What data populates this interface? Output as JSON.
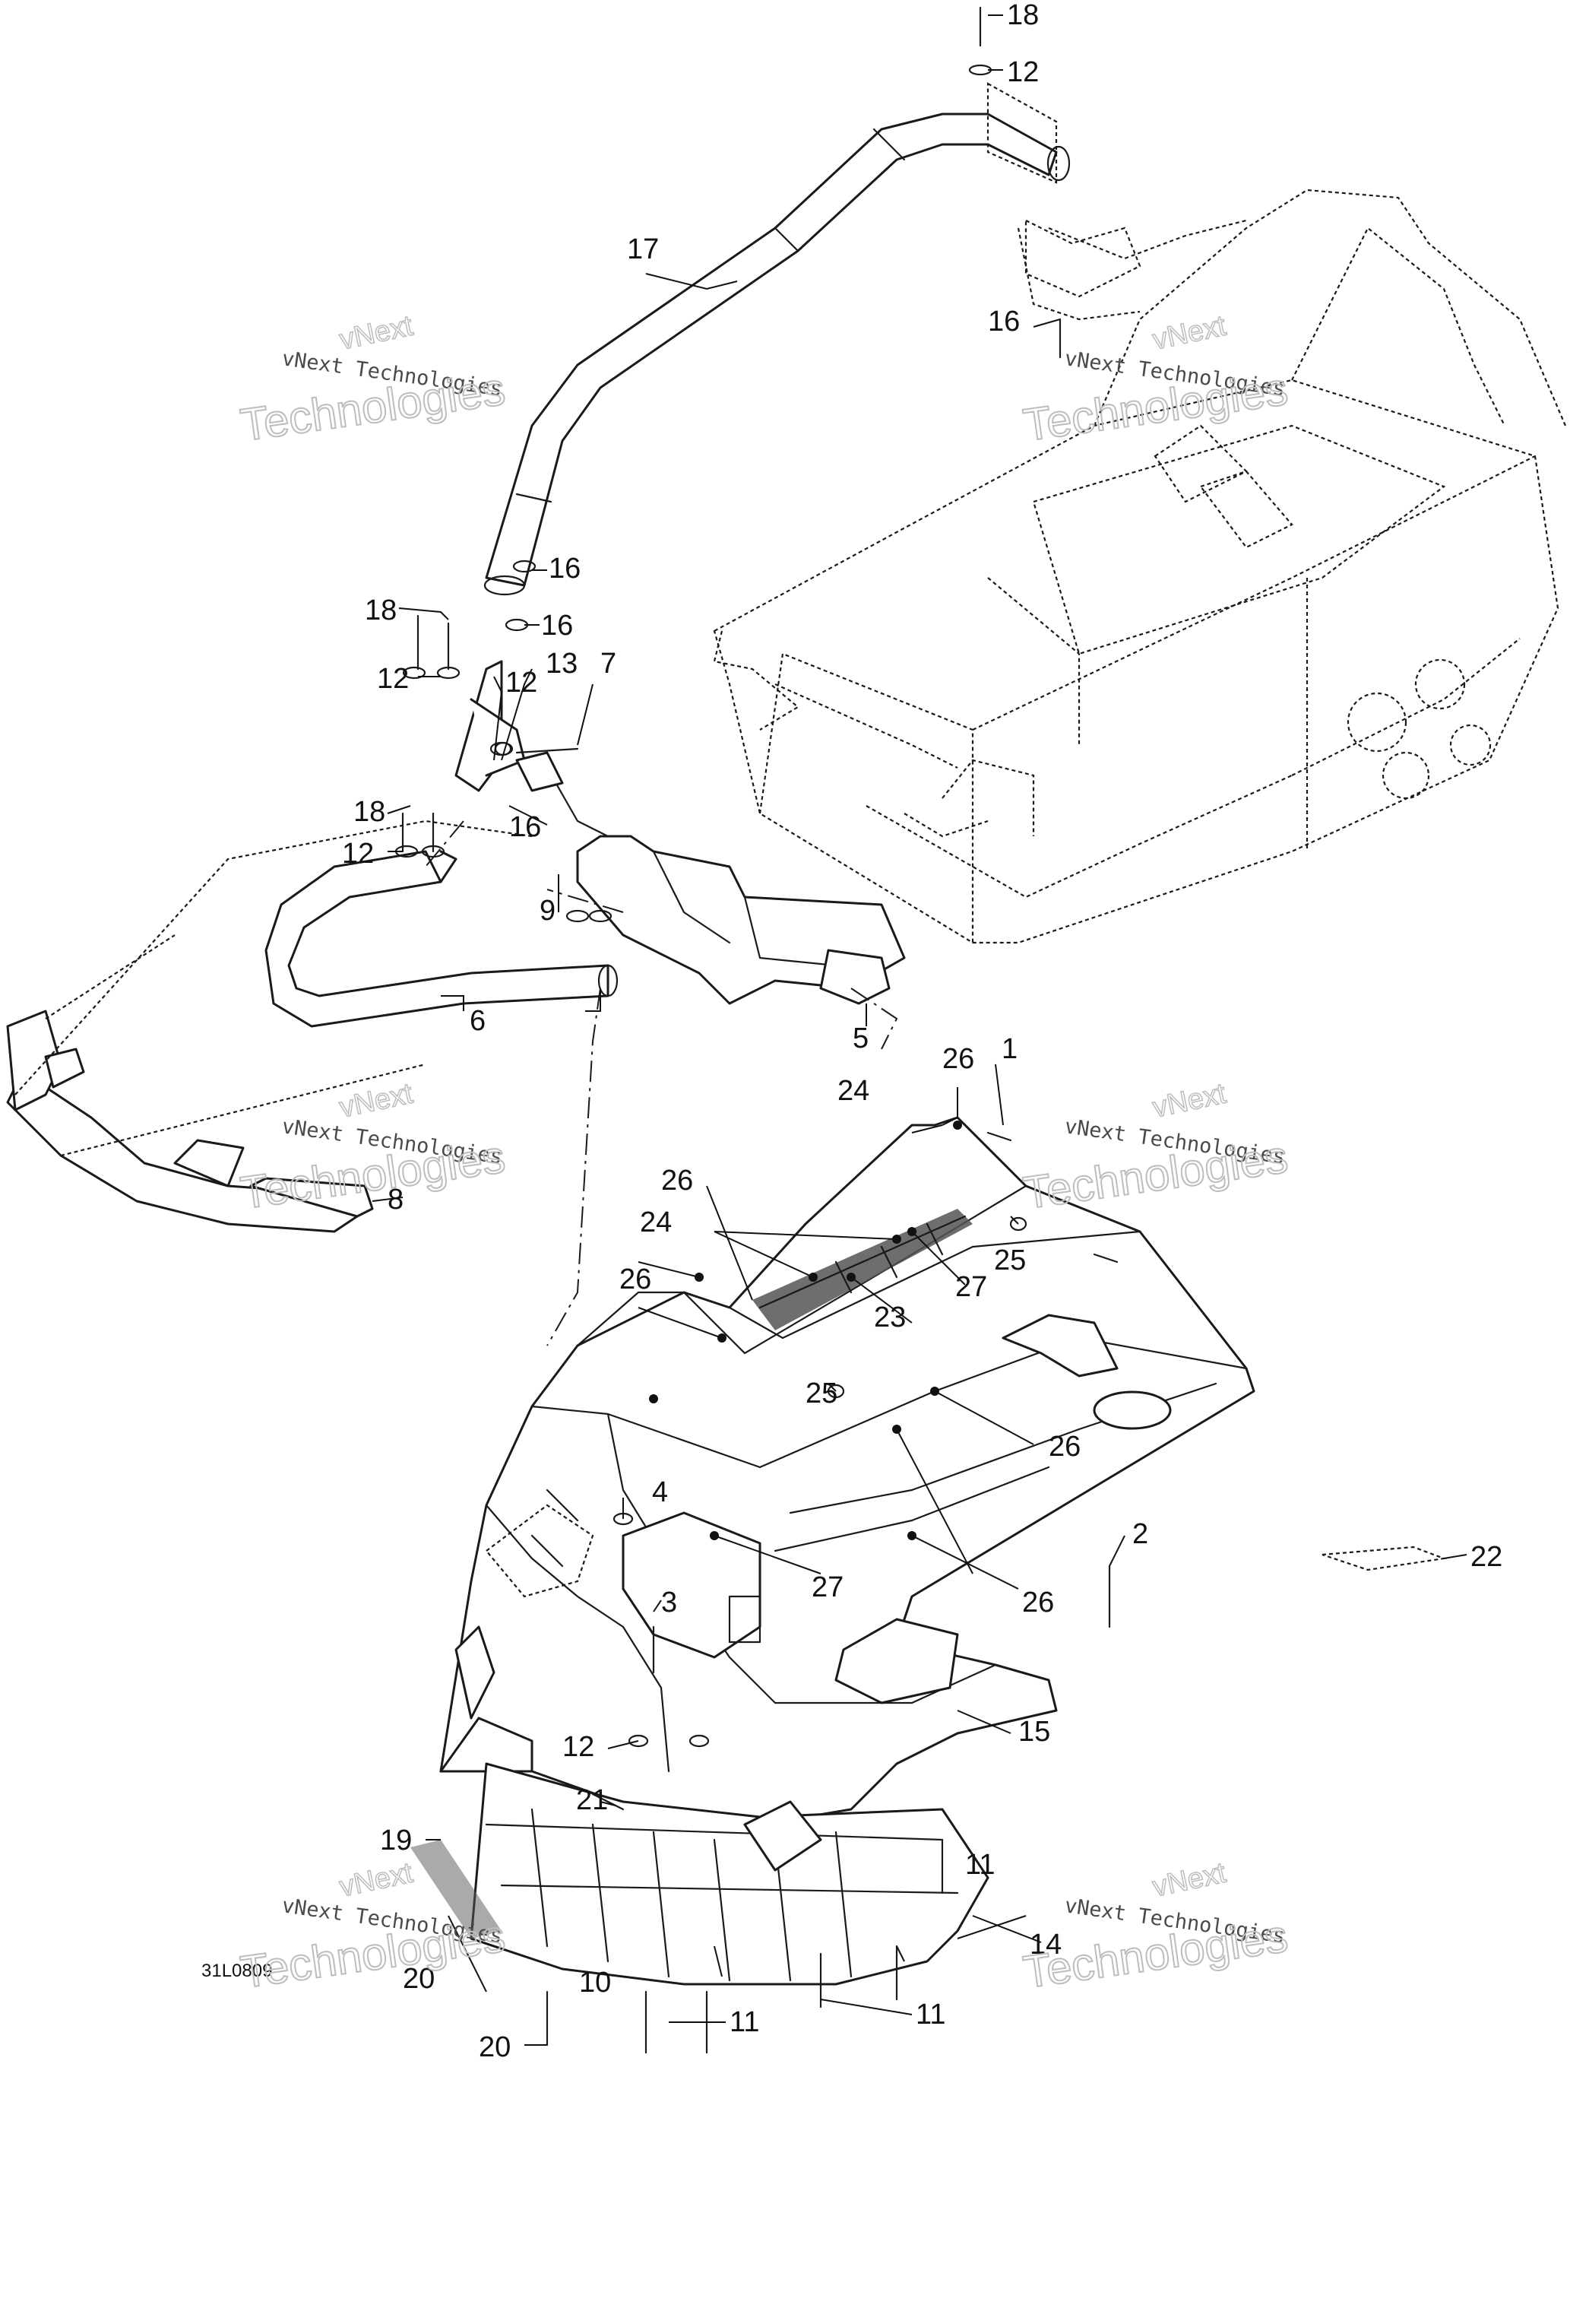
{
  "callouts": [
    "1",
    "2",
    "3",
    "4",
    "5",
    "6",
    "7",
    "8",
    "9",
    "10",
    "11",
    "11",
    "11",
    "12",
    "12",
    "12",
    "12",
    "12",
    "13",
    "14",
    "15",
    "16",
    "16",
    "16",
    "16",
    "17",
    "18",
    "18",
    "18",
    "19",
    "20",
    "20",
    "21",
    "22",
    "23",
    "24",
    "24",
    "25",
    "25",
    "26",
    "26",
    "26",
    "26",
    "26",
    "27",
    "27"
  ],
  "drawing_code": "31L0809",
  "watermark": {
    "company_line": "vNext Technologies",
    "arc_text": "vNext",
    "big_text": "Technologies"
  },
  "colors": {
    "ink": "#1a1a1a",
    "watermark": "#bdbdbd",
    "background": "#ffffff"
  }
}
